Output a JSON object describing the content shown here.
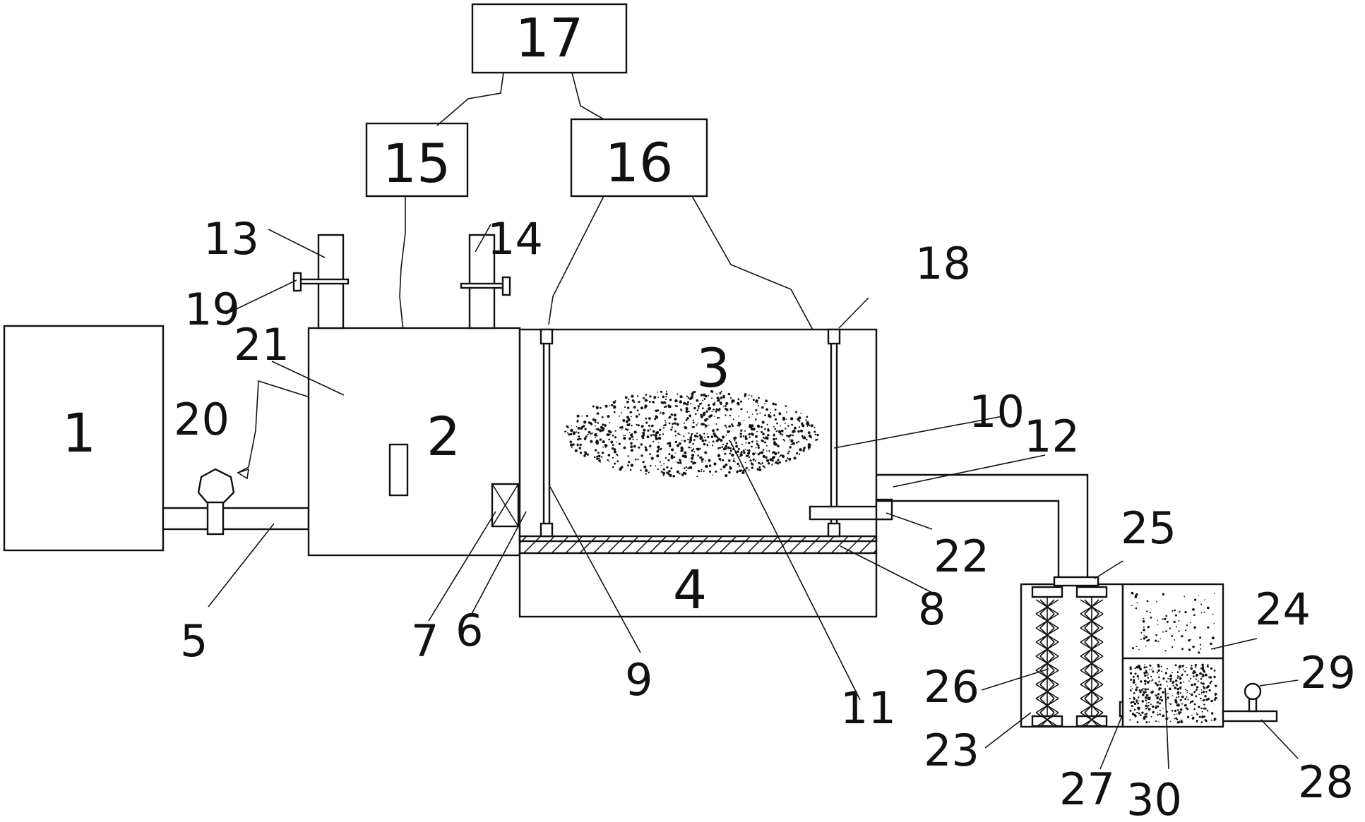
{
  "labels": {
    "n1": "1",
    "n2": "2",
    "n3": "3",
    "n4": "4",
    "n5": "5",
    "n6": "6",
    "n7": "7",
    "n8": "8",
    "n9": "9",
    "n10": "10",
    "n11": "11",
    "n12": "12",
    "n13": "13",
    "n14": "14",
    "n15": "15",
    "n16": "16",
    "n17": "17",
    "n18": "18",
    "n19": "19",
    "n20": "20",
    "n21": "21",
    "n22": "22",
    "n23": "23",
    "n24": "24",
    "n25": "25",
    "n26": "26",
    "n27": "27",
    "n28": "28",
    "n29": "29",
    "n30": "30"
  }
}
